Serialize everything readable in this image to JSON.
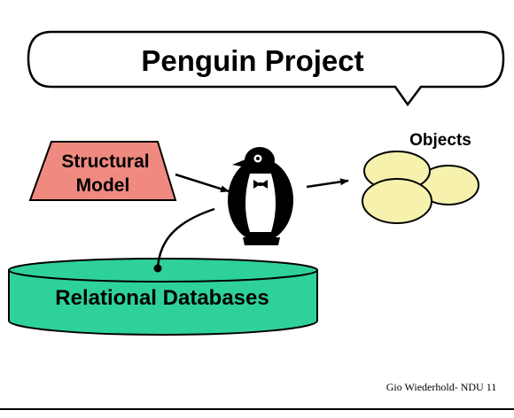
{
  "slide": {
    "title": "Penguin Project",
    "structural_model_line1": "Structural",
    "structural_model_line2": "Model",
    "objects_label": "Objects",
    "database_label": "Relational Databases",
    "footer": "Gio Wiederhold- NDU 11"
  },
  "colors": {
    "background": "#ffffff",
    "trapezoid_fill": "#f08a80",
    "cylinder_fill": "#2ed19a",
    "ellipse_fill": "#f6f2ae",
    "penguin_body": "#000000",
    "penguin_belly": "#ffffff"
  },
  "icons": {
    "mascot": "penguin-icon"
  }
}
